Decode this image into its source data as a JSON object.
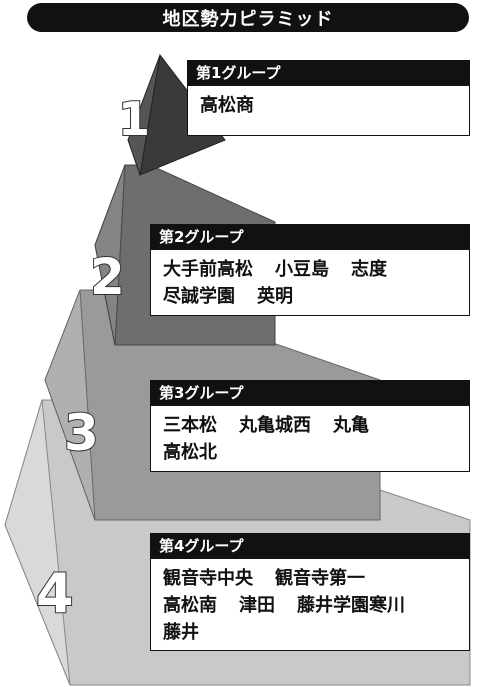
{
  "title": "地区勢力ピラミッド",
  "colors": {
    "tier1": "#3a3a3a",
    "tier2": "#6e6e6e",
    "tier3": "#9a9a9a",
    "tier4": "#c9c9c9",
    "header": "#111111"
  },
  "groups": [
    {
      "level": "1",
      "header": "第1グループ",
      "lines": [
        [
          "高松商"
        ]
      ]
    },
    {
      "level": "2",
      "header": "第2グループ",
      "lines": [
        [
          "大手前高松",
          "小豆島",
          "志度"
        ],
        [
          "尽誠学園",
          "英明"
        ]
      ]
    },
    {
      "level": "3",
      "header": "第3グループ",
      "lines": [
        [
          "三本松",
          "丸亀城西",
          "丸亀"
        ],
        [
          "高松北"
        ]
      ]
    },
    {
      "level": "4",
      "header": "第4グループ",
      "lines": [
        [
          "観音寺中央",
          "観音寺第一"
        ],
        [
          "高松南",
          "津田",
          "藤井学園寒川"
        ],
        [
          "藤井"
        ]
      ]
    }
  ]
}
